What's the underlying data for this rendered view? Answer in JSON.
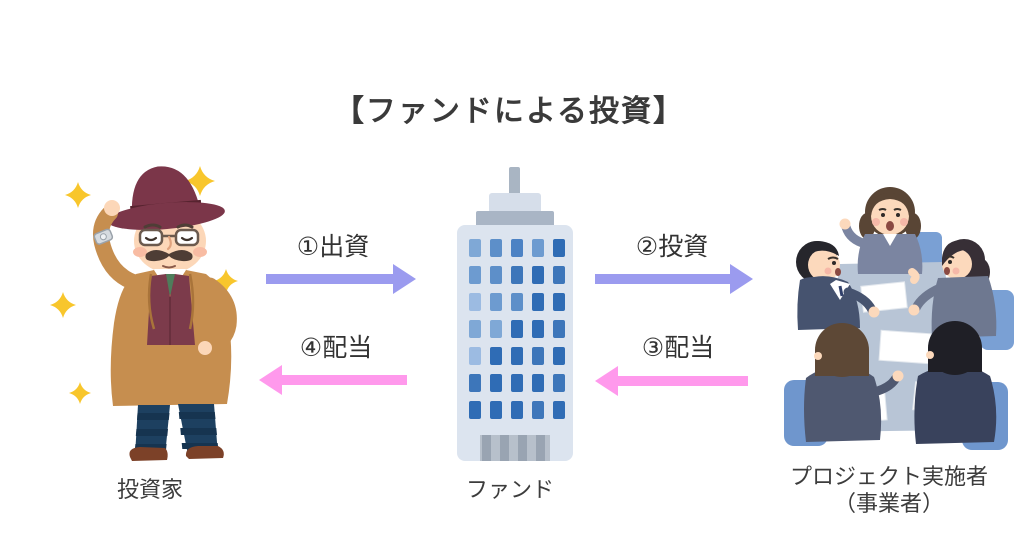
{
  "title": "【ファンドによる投資】",
  "colors": {
    "background": "#ffffff",
    "text": "#3a3a3a",
    "investment_arrow": "#9b9bef",
    "dividend_arrow": "#ff99ec"
  },
  "entities": {
    "investor": {
      "label": "投資家",
      "icon": "investor-man-illustration"
    },
    "fund": {
      "label": "ファンド",
      "icon": "office-building-illustration"
    },
    "operator": {
      "label_line1": "プロジェクト実施者",
      "label_line2": "（事業者）",
      "icon": "business-meeting-illustration"
    }
  },
  "flows": {
    "contribution": {
      "label": "①出資",
      "from": "投資家",
      "to": "ファンド",
      "direction": "right",
      "color": "#9b9bef"
    },
    "investment": {
      "label": "②投資",
      "from": "ファンド",
      "to": "プロジェクト実施者",
      "direction": "right",
      "color": "#9b9bef"
    },
    "dividend_to_fund": {
      "label": "③配当",
      "from": "プロジェクト実施者",
      "to": "ファンド",
      "direction": "left",
      "color": "#ff99ec"
    },
    "dividend_to_investor": {
      "label": "④配当",
      "from": "ファンド",
      "to": "投資家",
      "direction": "left",
      "color": "#ff99ec"
    }
  }
}
